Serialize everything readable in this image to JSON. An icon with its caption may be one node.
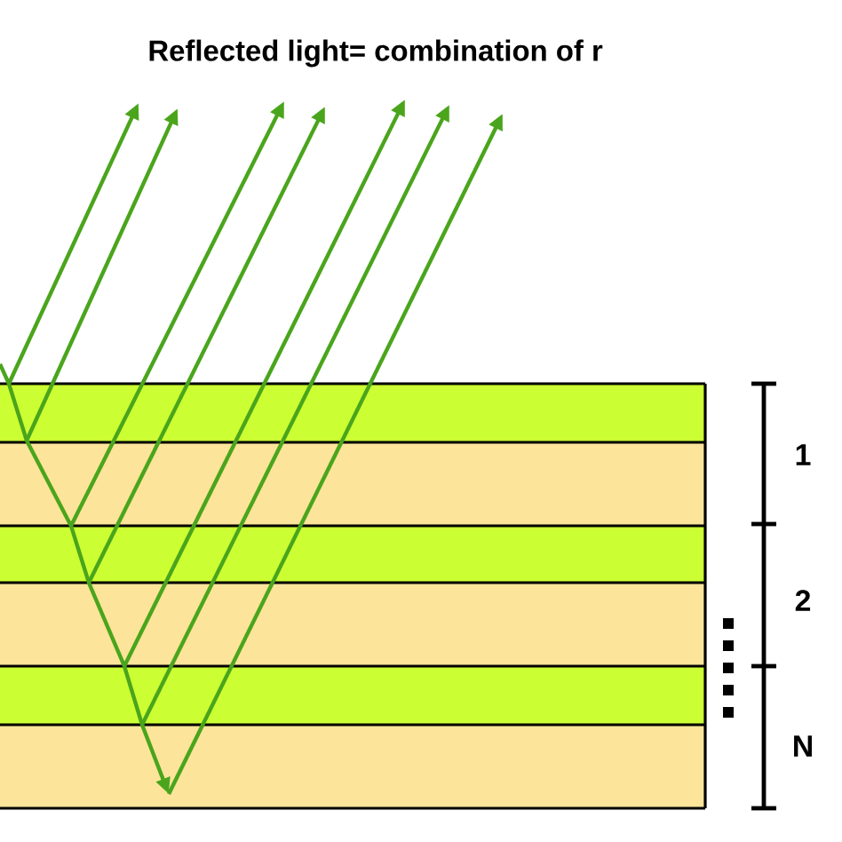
{
  "diagram": {
    "title": "Reflected light= combination of r",
    "labels": [
      "1",
      "2",
      "N"
    ]
  }
}
